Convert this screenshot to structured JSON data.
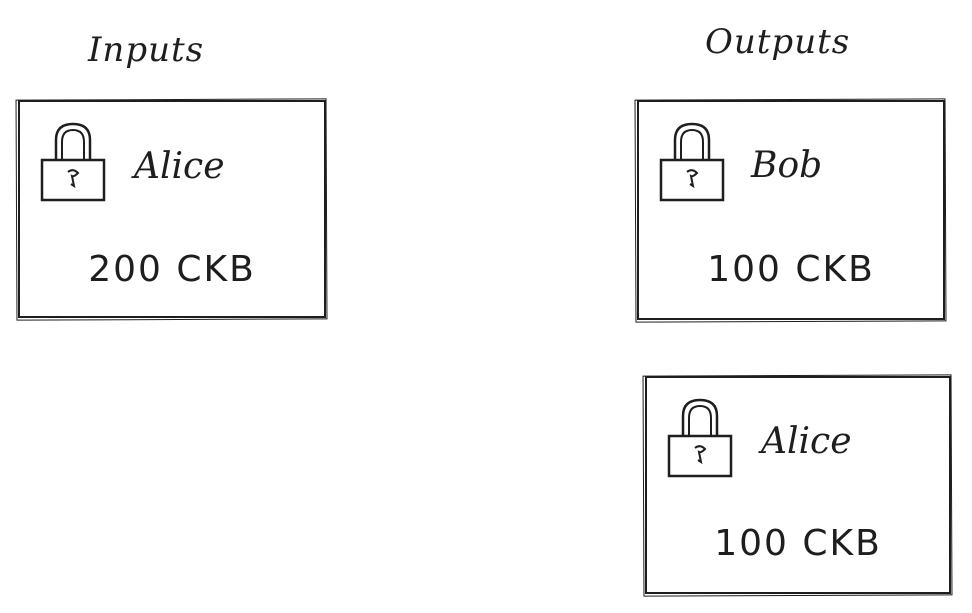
{
  "headings": {
    "inputs": "Inputs",
    "outputs": "Outputs"
  },
  "inputs": [
    {
      "owner": "Alice",
      "capacity": "200 CKB",
      "icon": "lock-icon"
    }
  ],
  "outputs": [
    {
      "owner": "Bob",
      "capacity": "100 CKB",
      "icon": "lock-icon"
    },
    {
      "owner": "Alice",
      "capacity": "100 CKB",
      "icon": "lock-icon"
    }
  ],
  "colors": {
    "stroke": "#1e1e1e",
    "background": "#ffffff"
  }
}
